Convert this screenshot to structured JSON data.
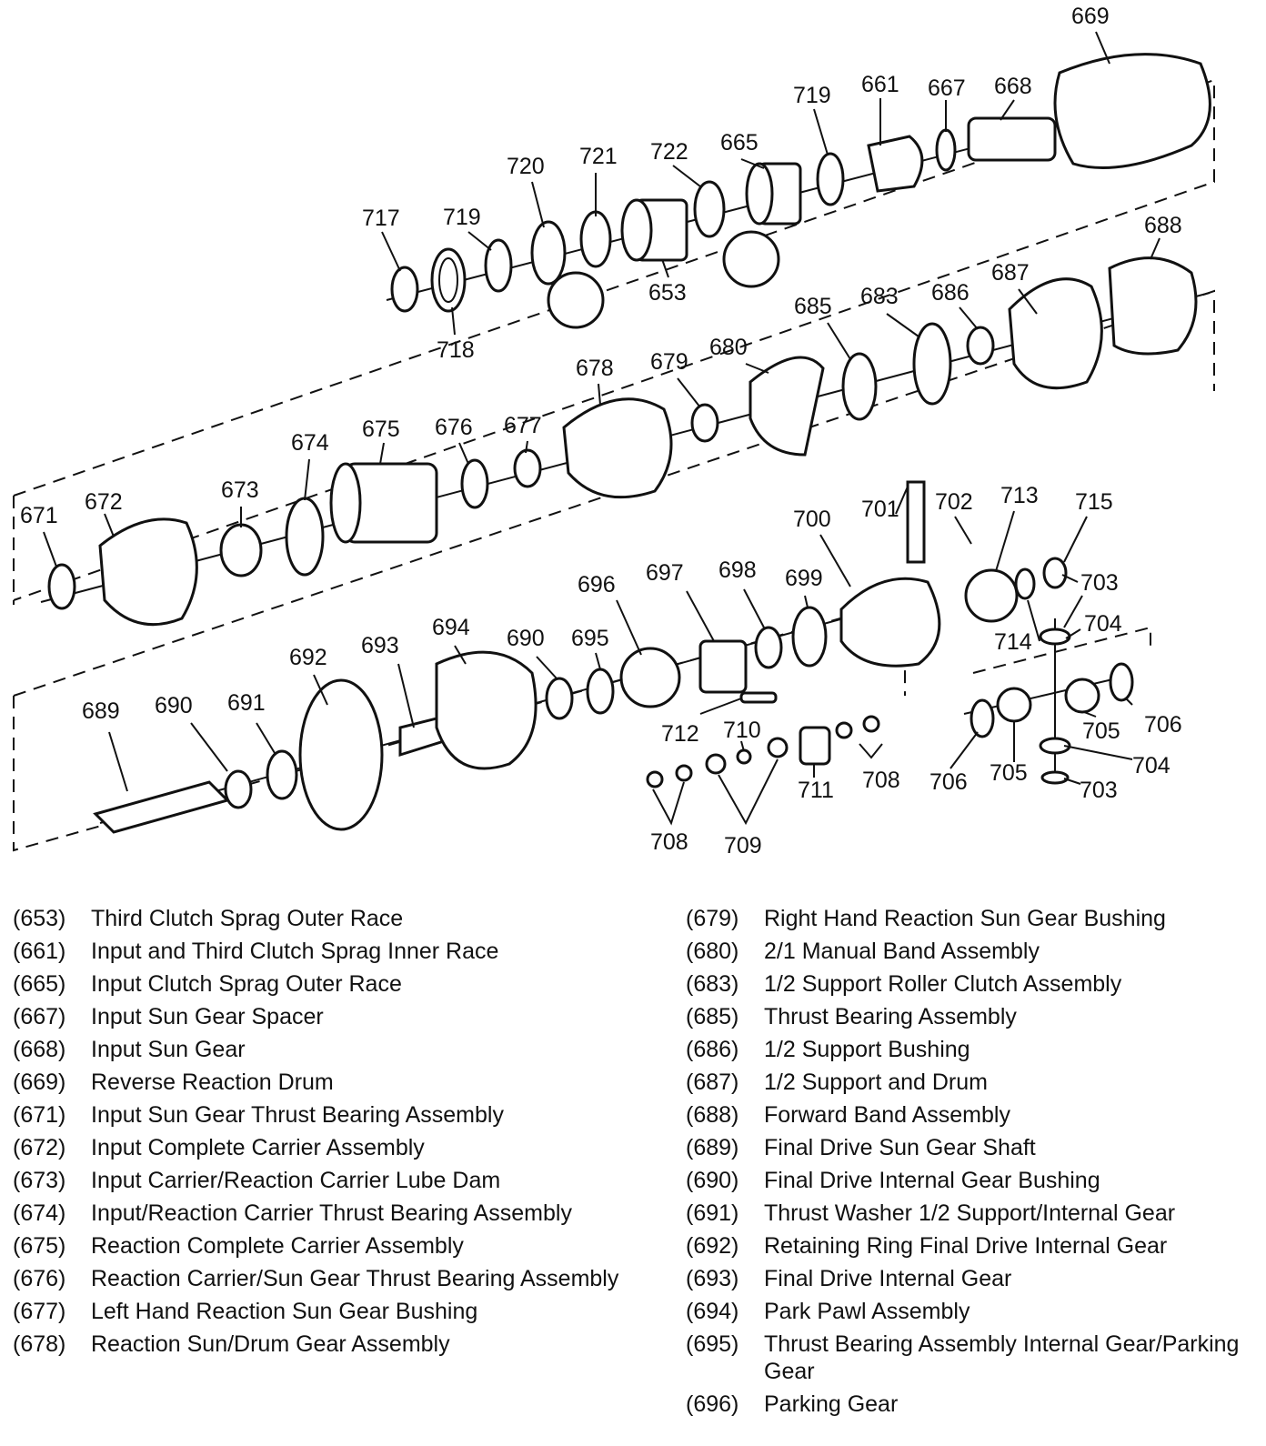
{
  "callouts": [
    "669",
    "719",
    "661",
    "667",
    "668",
    "720",
    "721",
    "722",
    "665",
    "717",
    "719",
    "653",
    "718",
    "688",
    "687",
    "686",
    "683",
    "685",
    "680",
    "679",
    "678",
    "677",
    "676",
    "675",
    "674",
    "673",
    "672",
    "671",
    "700",
    "701",
    "702",
    "713",
    "715",
    "703",
    "704",
    "714",
    "697",
    "698",
    "699",
    "696",
    "694",
    "690",
    "695",
    "693",
    "692",
    "691",
    "690",
    "689",
    "712",
    "710",
    "708",
    "711",
    "706",
    "705",
    "704",
    "706",
    "705",
    "703",
    "708",
    "709"
  ],
  "legend_left": [
    {
      "num": "(653)",
      "desc": "Third Clutch Sprag Outer Race"
    },
    {
      "num": "(661)",
      "desc": "Input and Third Clutch Sprag Inner Race"
    },
    {
      "num": "(665)",
      "desc": "Input Clutch Sprag Outer Race"
    },
    {
      "num": "(667)",
      "desc": "Input Sun Gear Spacer"
    },
    {
      "num": "(668)",
      "desc": "Input Sun Gear"
    },
    {
      "num": "(669)",
      "desc": "Reverse Reaction Drum"
    },
    {
      "num": "(671)",
      "desc": "Input Sun Gear Thrust Bearing Assembly"
    },
    {
      "num": "(672)",
      "desc": "Input Complete Carrier Assembly"
    },
    {
      "num": "(673)",
      "desc": "Input Carrier/Reaction Carrier Lube Dam"
    },
    {
      "num": "(674)",
      "desc": "Input/Reaction Carrier Thrust Bearing Assembly"
    },
    {
      "num": "(675)",
      "desc": "Reaction Complete Carrier Assembly"
    },
    {
      "num": "(676)",
      "desc": "Reaction Carrier/Sun Gear Thrust Bearing Assembly"
    },
    {
      "num": "(677)",
      "desc": "Left Hand Reaction Sun Gear Bushing"
    },
    {
      "num": "(678)",
      "desc": "Reaction Sun/Drum Gear Assembly"
    }
  ],
  "legend_right": [
    {
      "num": "(679)",
      "desc": "Right Hand Reaction Sun Gear Bushing"
    },
    {
      "num": "(680)",
      "desc": "2/1 Manual Band Assembly"
    },
    {
      "num": "(683)",
      "desc": "1/2 Support Roller Clutch Assembly"
    },
    {
      "num": "(685)",
      "desc": "Thrust Bearing Assembly"
    },
    {
      "num": "(686)",
      "desc": "1/2 Support Bushing"
    },
    {
      "num": "(687)",
      "desc": "1/2 Support and Drum"
    },
    {
      "num": "(688)",
      "desc": "Forward Band Assembly"
    },
    {
      "num": "(689)",
      "desc": "Final Drive Sun Gear Shaft"
    },
    {
      "num": "(690)",
      "desc": "Final Drive Internal Gear Bushing"
    },
    {
      "num": "(691)",
      "desc": "Thrust Washer 1/2 Support/Internal Gear"
    },
    {
      "num": "(692)",
      "desc": "Retaining Ring Final Drive Internal Gear"
    },
    {
      "num": "(693)",
      "desc": "Final Drive Internal Gear"
    },
    {
      "num": "(694)",
      "desc": "Park Pawl Assembly"
    },
    {
      "num": "(695)",
      "desc": "Thrust Bearing Assembly Internal Gear/Parking Gear"
    },
    {
      "num": "(696)",
      "desc": "Parking Gear"
    }
  ]
}
